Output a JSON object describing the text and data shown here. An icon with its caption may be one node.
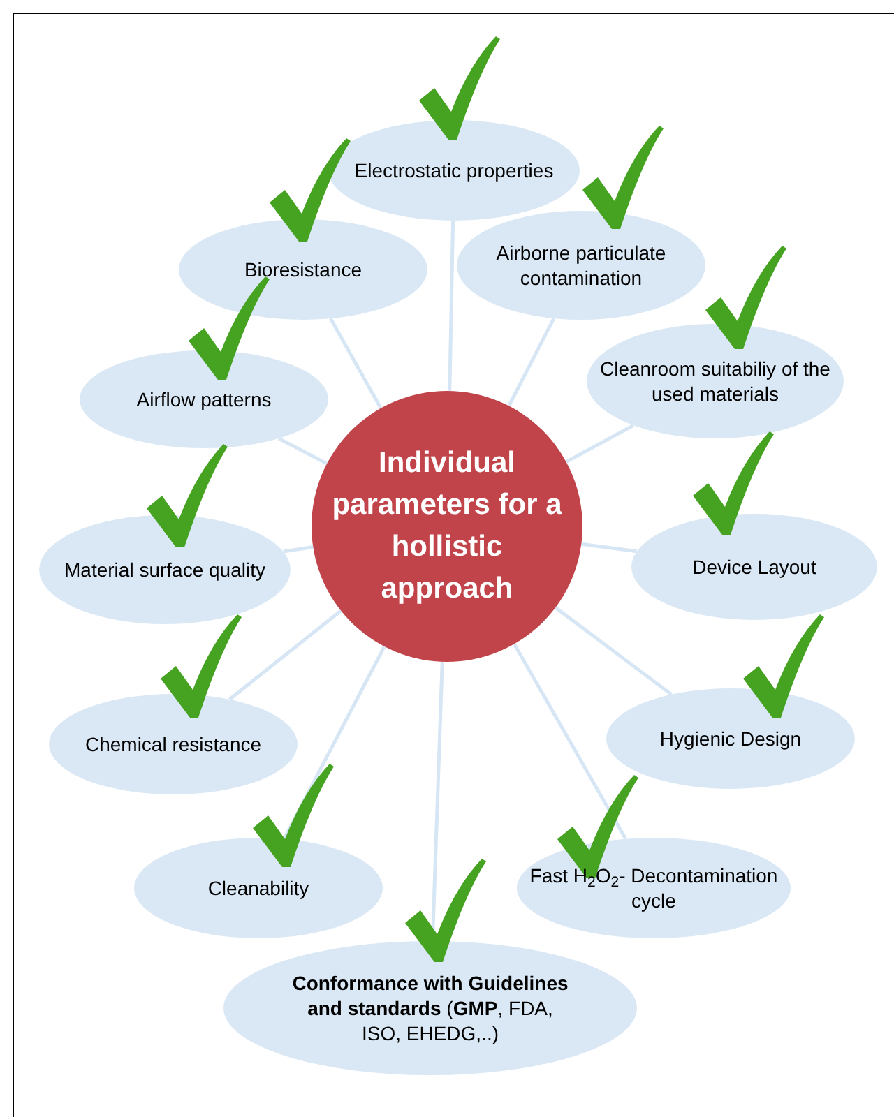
{
  "diagram": {
    "nodes": [
      {
        "text": [
          "Individual parameters for a hollistic approach"
        ]
      },
      {
        "text": [
          "Electrostatic properties"
        ]
      },
      {
        "text": [
          "Bioresistance"
        ]
      },
      {
        "text": [
          "Airborne particulate contamination"
        ]
      },
      {
        "text": [
          "Airflow patterns"
        ]
      },
      {
        "text": [
          "Cleanroom suitabiliy of the used materials"
        ]
      },
      {
        "text": [
          "Material surface quality"
        ]
      },
      {
        "text": [
          "Device Layout"
        ]
      },
      {
        "text": [
          "Chemical resistance"
        ]
      },
      {
        "text": [
          "Hygienic Design"
        ]
      },
      {
        "text": [
          "Cleanability"
        ]
      },
      {
        "text": [
          "Fast H$_{2}$O$_{2}$- Decontamination cycle"
        ]
      },
      {
        "text": [
          "**Conformance with Guidelines and standards** (**GMP**, FDA, ISO, EHEDG,..)"
        ]
      }
    ],
    "edges": [
      {
        "from": 0,
        "to": 1,
        "arrow": "none"
      },
      {
        "from": 0,
        "to": 2,
        "arrow": "none"
      },
      {
        "from": 0,
        "to": 3,
        "arrow": "none"
      },
      {
        "from": 0,
        "to": 4,
        "arrow": "none"
      },
      {
        "from": 0,
        "to": 5,
        "arrow": "none"
      },
      {
        "from": 0,
        "to": 6,
        "arrow": "none"
      },
      {
        "from": 0,
        "to": 7,
        "arrow": "none"
      },
      {
        "from": 0,
        "to": 8,
        "arrow": "none"
      },
      {
        "from": 0,
        "to": 9,
        "arrow": "none"
      },
      {
        "from": 0,
        "to": 10,
        "arrow": "none"
      },
      {
        "from": 0,
        "to": 11,
        "arrow": "none"
      },
      {
        "from": 0,
        "to": 12,
        "arrow": "none"
      }
    ]
  }
}
